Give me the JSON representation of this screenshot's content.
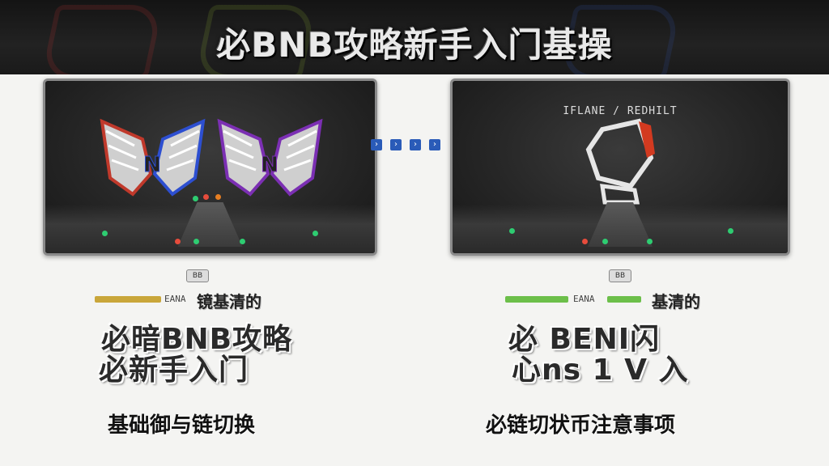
{
  "header": {
    "title": "必BNB攻略新手入门基操"
  },
  "left_panel": {
    "name": "logo-comparison",
    "logo_letter": "N",
    "colors": {
      "wing": "#d9d9d9",
      "left_accent": "#c0392b",
      "left_accent2": "#2d4fd1",
      "right_accent": "#7b2fb3"
    }
  },
  "right_panel": {
    "caption": "IFLANE / REDHILT",
    "colors": {
      "outline": "#e6e6e6",
      "accent": "#d23a20"
    }
  },
  "connector": {
    "arrow_glyph": "›",
    "color": "#2a5bb8"
  },
  "left_info": {
    "badge": "BB",
    "meter_label": "EANA",
    "meter_color": "#c9a63a",
    "meter_text": "镜基清的",
    "headline_line1": "必暗BNB攻略",
    "headline_line2": "必新手入门",
    "caption": "基础御与链切换"
  },
  "right_info": {
    "badge": "BB",
    "meter_label": "EANA",
    "meter_color": "#6cbf4a",
    "meter_text": "基清的",
    "headline_line1": "必 BENI闪",
    "headline_line2": "心ns 1 V 入",
    "caption": "必链切状币注意事项"
  }
}
